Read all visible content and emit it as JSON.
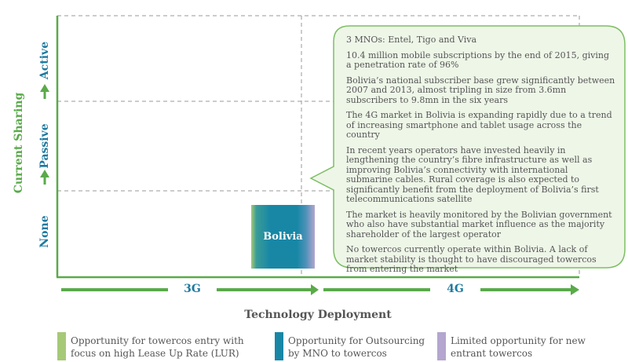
{
  "axes": {
    "y_title": "Current Sharing",
    "y_levels": [
      "None",
      "Passive",
      "Active"
    ],
    "x_title": "Technology Deployment",
    "x_levels": [
      "3G",
      "4G"
    ]
  },
  "country": {
    "label": "Bolivia"
  },
  "callout": {
    "points": [
      "3 MNOs: Entel, Tigo and Viva",
      "10.4 million mobile subscriptions by the end of 2015, giving a penetration rate of 96%",
      "Bolivia’s national subscriber base grew significantly between 2007 and 2013, almost tripling in size from 3.6mn subscribers to 9.8mn in the six years",
      "The 4G market in Bolivia is expanding rapidly due to a trend of increasing smartphone and tablet usage across the country",
      "In recent years operators have invested heavily in lengthening the country’s fibre infrastructure as well as improving Bolivia’s connectivity with international submarine cables. Rural coverage is also expected to significantly benefit from the deployment of Bolivia’s first telecommunications satellite",
      "The market is heavily monitored by the Bolivian government who also have substantial market influence as the majority shareholder of the largest operator",
      "No towercos currently operate within Bolivia. A lack of market stability is thought to have discouraged towercos from entering the market"
    ]
  },
  "legend": [
    {
      "text": "Opportunity for towercos entry with focus on high Lease Up Rate (LUR)",
      "color": "#a6c978"
    },
    {
      "text": "Opportunity for Outsourcing by MNO to towercos",
      "color": "#1887a6"
    },
    {
      "text": "Limited opportunity for new entrant towercos",
      "color": "#b4a6cf"
    }
  ],
  "colors": {
    "axis_green": "#5aaa4a",
    "label_blue": "#1e7aa0",
    "callout_fill": "#eef6e8",
    "callout_stroke": "#7cbf63",
    "grid_dash": "#999999"
  }
}
